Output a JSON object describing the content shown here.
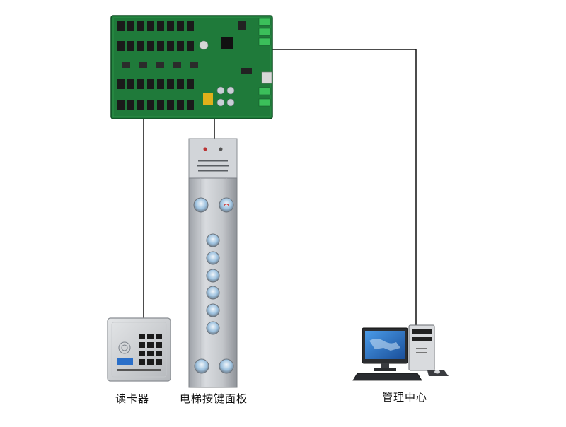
{
  "labels": {
    "card_reader": "读卡器",
    "elevator_panel": "电梯按键面板",
    "management_center": "管理中心"
  },
  "colors": {
    "board_green": "#1f7a3a",
    "panel_silver": "#c9ccd0",
    "wire": "#111111",
    "key_blue": "#7fb7e8",
    "screen_blue": "#2a6fc9"
  },
  "icons": {
    "controller": "circuit-board-icon",
    "reader": "keypad-reader-icon",
    "panel": "elevator-button-panel-icon",
    "computer": "desktop-computer-icon"
  }
}
